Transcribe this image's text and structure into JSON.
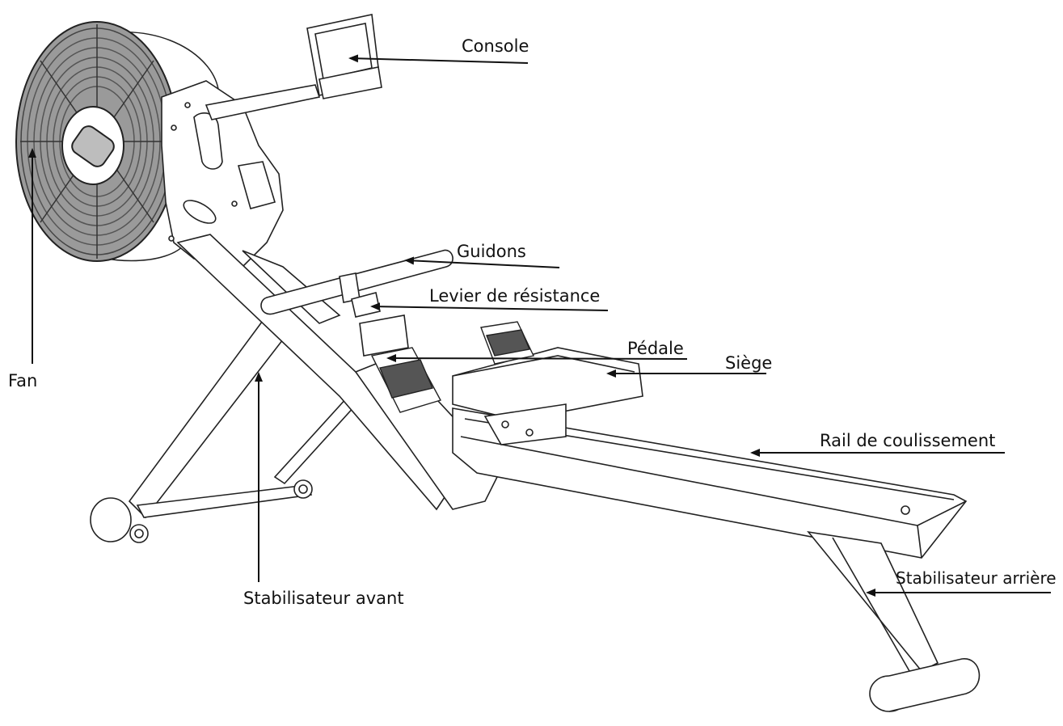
{
  "diagram": {
    "labels": {
      "console": "Console",
      "guidons": "Guidons",
      "levier": "Levier de résistance",
      "pedale": "Pédale",
      "siege": "Siège",
      "rail": "Rail de coulissement",
      "stabilisateur_arriere": "Stabilisateur arrière",
      "fan": "Fan",
      "stabilisateur_avant": "Stabilisateur avant"
    },
    "colors": {
      "line": "#222222",
      "fan_fill": "#8a8a8a",
      "highlight": "#bdbdbd"
    }
  }
}
